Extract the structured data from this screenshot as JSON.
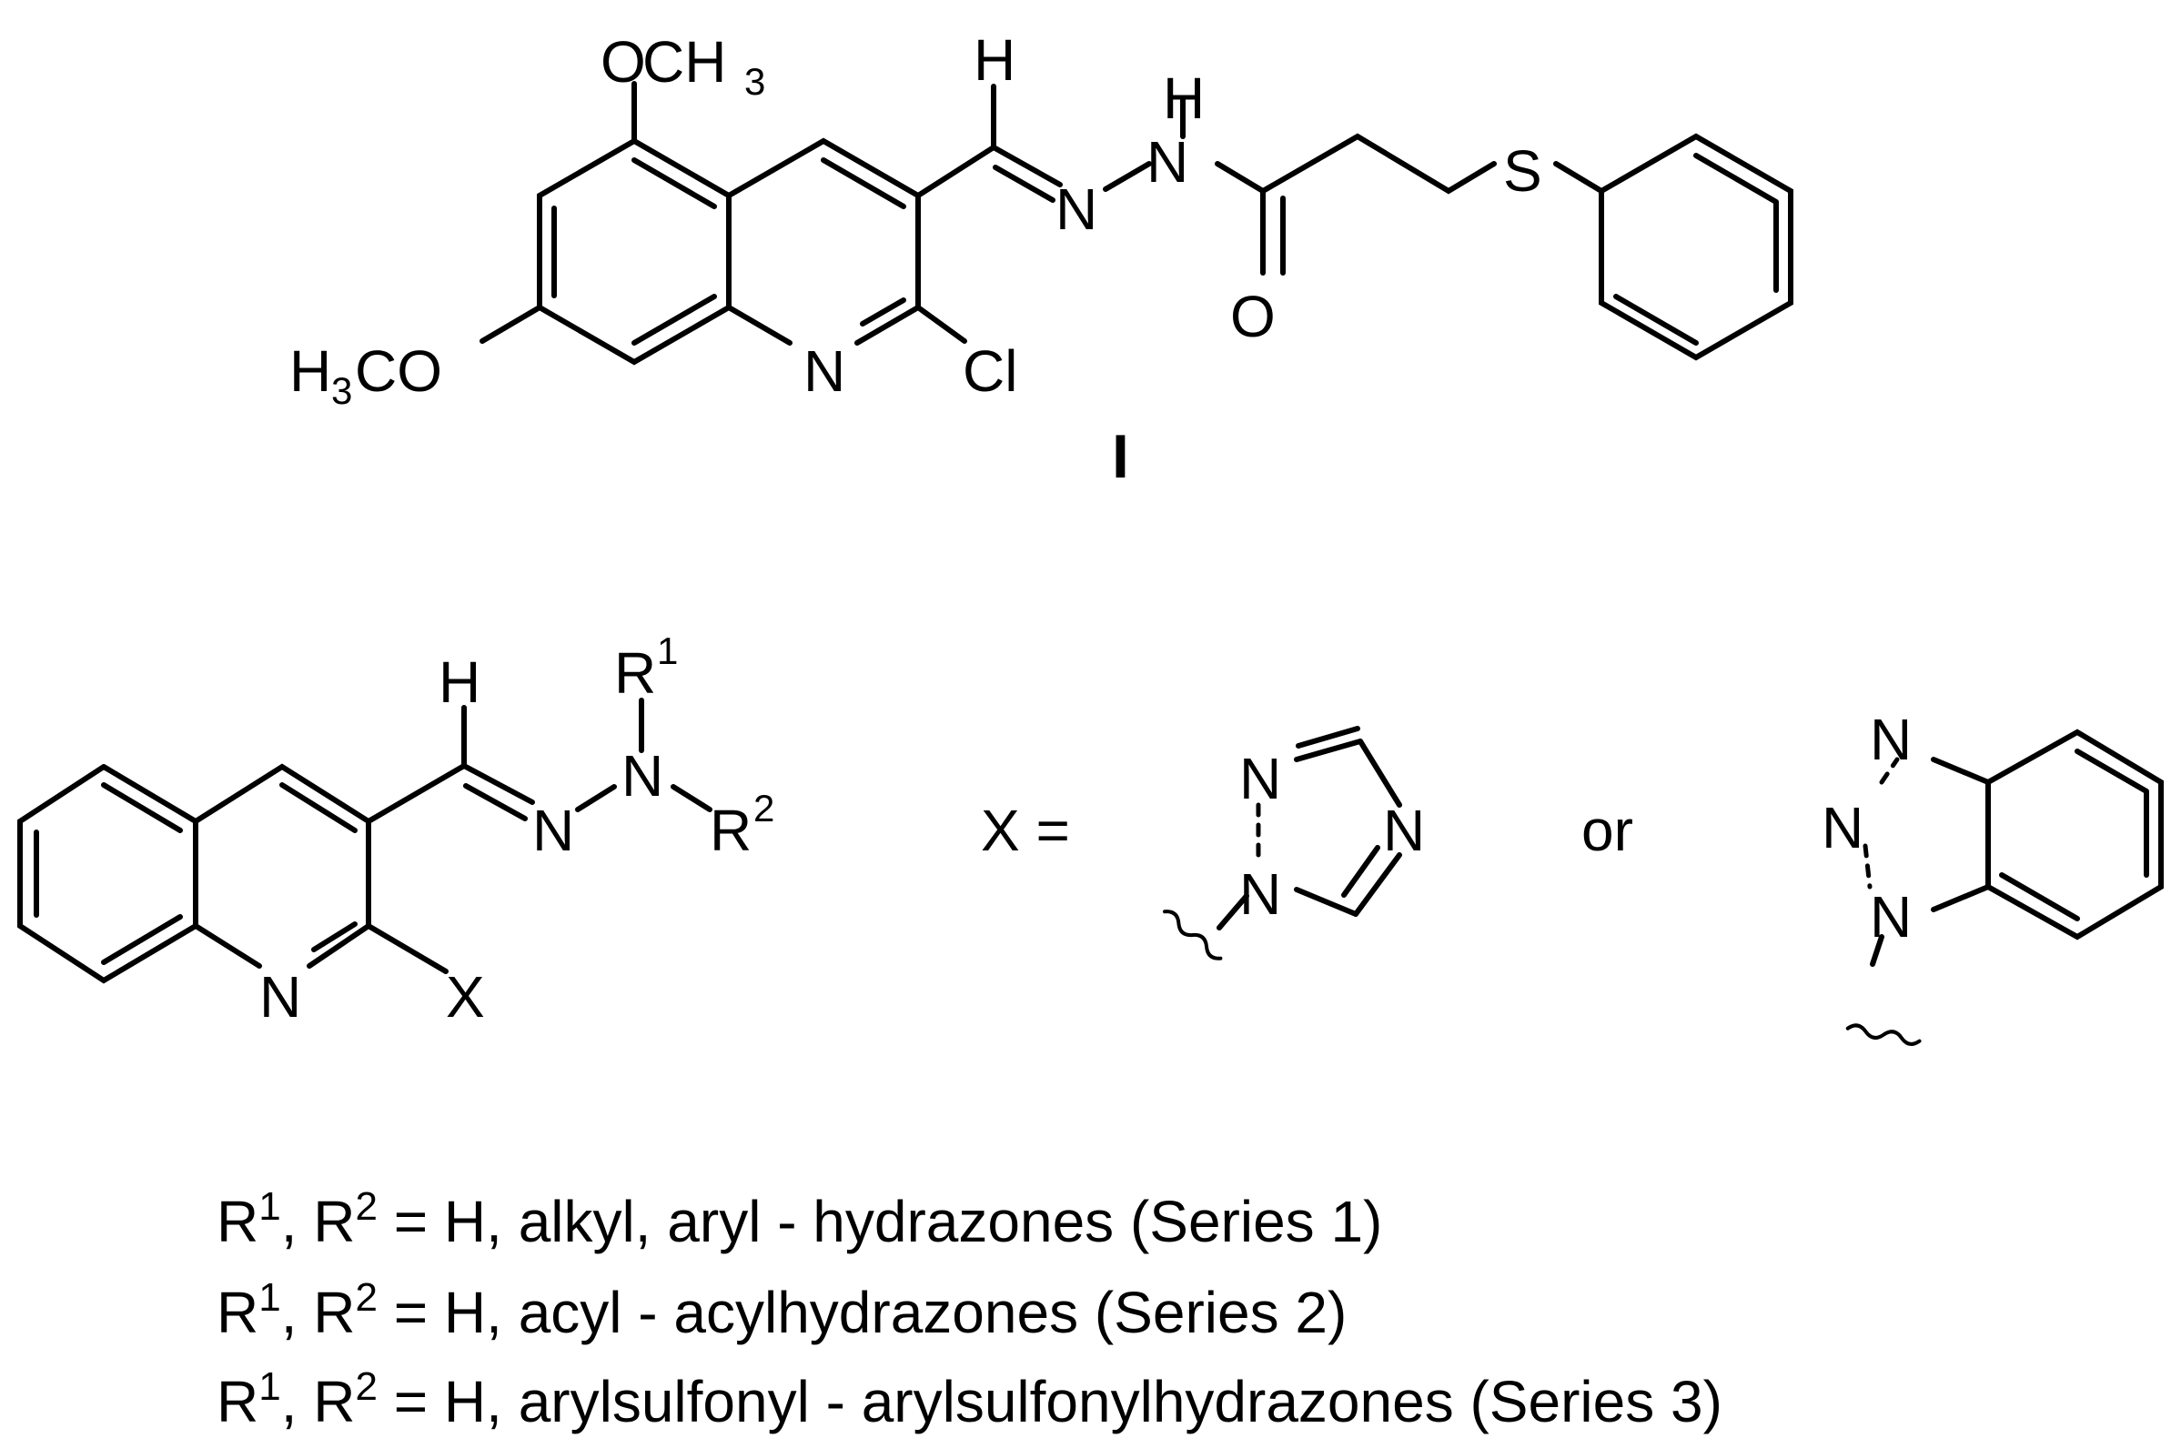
{
  "compound_I": {
    "label": "I",
    "atoms": {
      "O_top": "O",
      "CH3_top": "CH",
      "CH3_top_sub": "3",
      "H3_left": "H",
      "H3_left_sub": "3",
      "CO_left": "CO",
      "N_ring": "N",
      "Cl": "Cl",
      "H_imine": "H",
      "N_imine": "N",
      "N_amide": "N",
      "H_amide": "H",
      "O_carbonyl": "O",
      "S": "S"
    }
  },
  "general_structure": {
    "atoms": {
      "H_imine": "H",
      "N_imine": "N",
      "N_hydrazine": "N",
      "R1": "R",
      "R1_sup": "1",
      "R2": "R",
      "R2_sup": "2",
      "N_ring": "N",
      "X": "X"
    },
    "x_equals": "X =",
    "or": "or",
    "triazole_atoms": [
      "N",
      "N",
      "N"
    ],
    "benzotriazole_atoms": [
      "N",
      "N",
      "N"
    ]
  },
  "legend": [
    {
      "r": "R",
      "sup1": "1",
      "mid": ", R",
      "sup2": "2",
      "text": " = H, alkyl, aryl - hydrazones (Series 1)"
    },
    {
      "r": "R",
      "sup1": "1",
      "mid": ", R",
      "sup2": "2",
      "text": " = H, acyl - acylhydrazones (Series 2)"
    },
    {
      "r": "R",
      "sup1": "1",
      "mid": ", R",
      "sup2": "2",
      "text": " = H, arylsulfonyl - arylsulfonylhydrazones (Series 3)"
    }
  ]
}
